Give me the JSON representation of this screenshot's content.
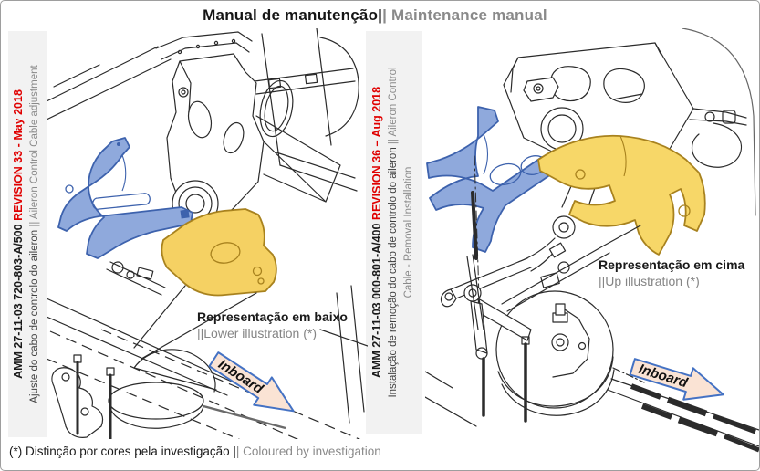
{
  "header": {
    "title_pt": "Manual de manutenção|",
    "title_en": "| Maintenance manual"
  },
  "left_sidebar": {
    "amm_ref": "AMM 27-11-03 720-803-A/500 ",
    "revision": "REVISION 33 - May 2018",
    "task_pt": "Ajuste do cabo de controlo do aileron ",
    "task_en": "|| Aileron Control Cable adjustment"
  },
  "middle_sidebar": {
    "amm_ref": "AMM 27-11-03 000-801-A/400 ",
    "revision": "REVISION 36 – Aug 2018",
    "task_pt": "Instalação de remoção do cabo de controlo do aileron ",
    "task_en": "|| Aileron Control",
    "task_en_line2": "Cable - Removal Installation"
  },
  "left_figure": {
    "caption_pt": "Representação em baixo",
    "caption_en": "||Lower illustration (*)",
    "arrow_label": "Inboard"
  },
  "right_figure": {
    "caption_pt": "Representação em cima",
    "caption_en": "||Up illustration (*)",
    "arrow_label": "Inboard"
  },
  "footer": {
    "note_pt": "(*) Distinção por cores pela investigação |",
    "note_en": "| Coloured by investigation"
  },
  "colors": {
    "revision_red": "#E00000",
    "secondary_gray": "#8A8A8A",
    "sidebar_bg": "#F2F2F2",
    "highlight_blue": "#8FA9DC",
    "highlight_blue_outline": "#3D62AD",
    "highlight_yellow": "#F5D163",
    "highlight_yellow_outline": "#A8821E",
    "inboard_arrow_fill": "#FAE3D4",
    "inboard_arrow_outline": "#4472C4"
  }
}
